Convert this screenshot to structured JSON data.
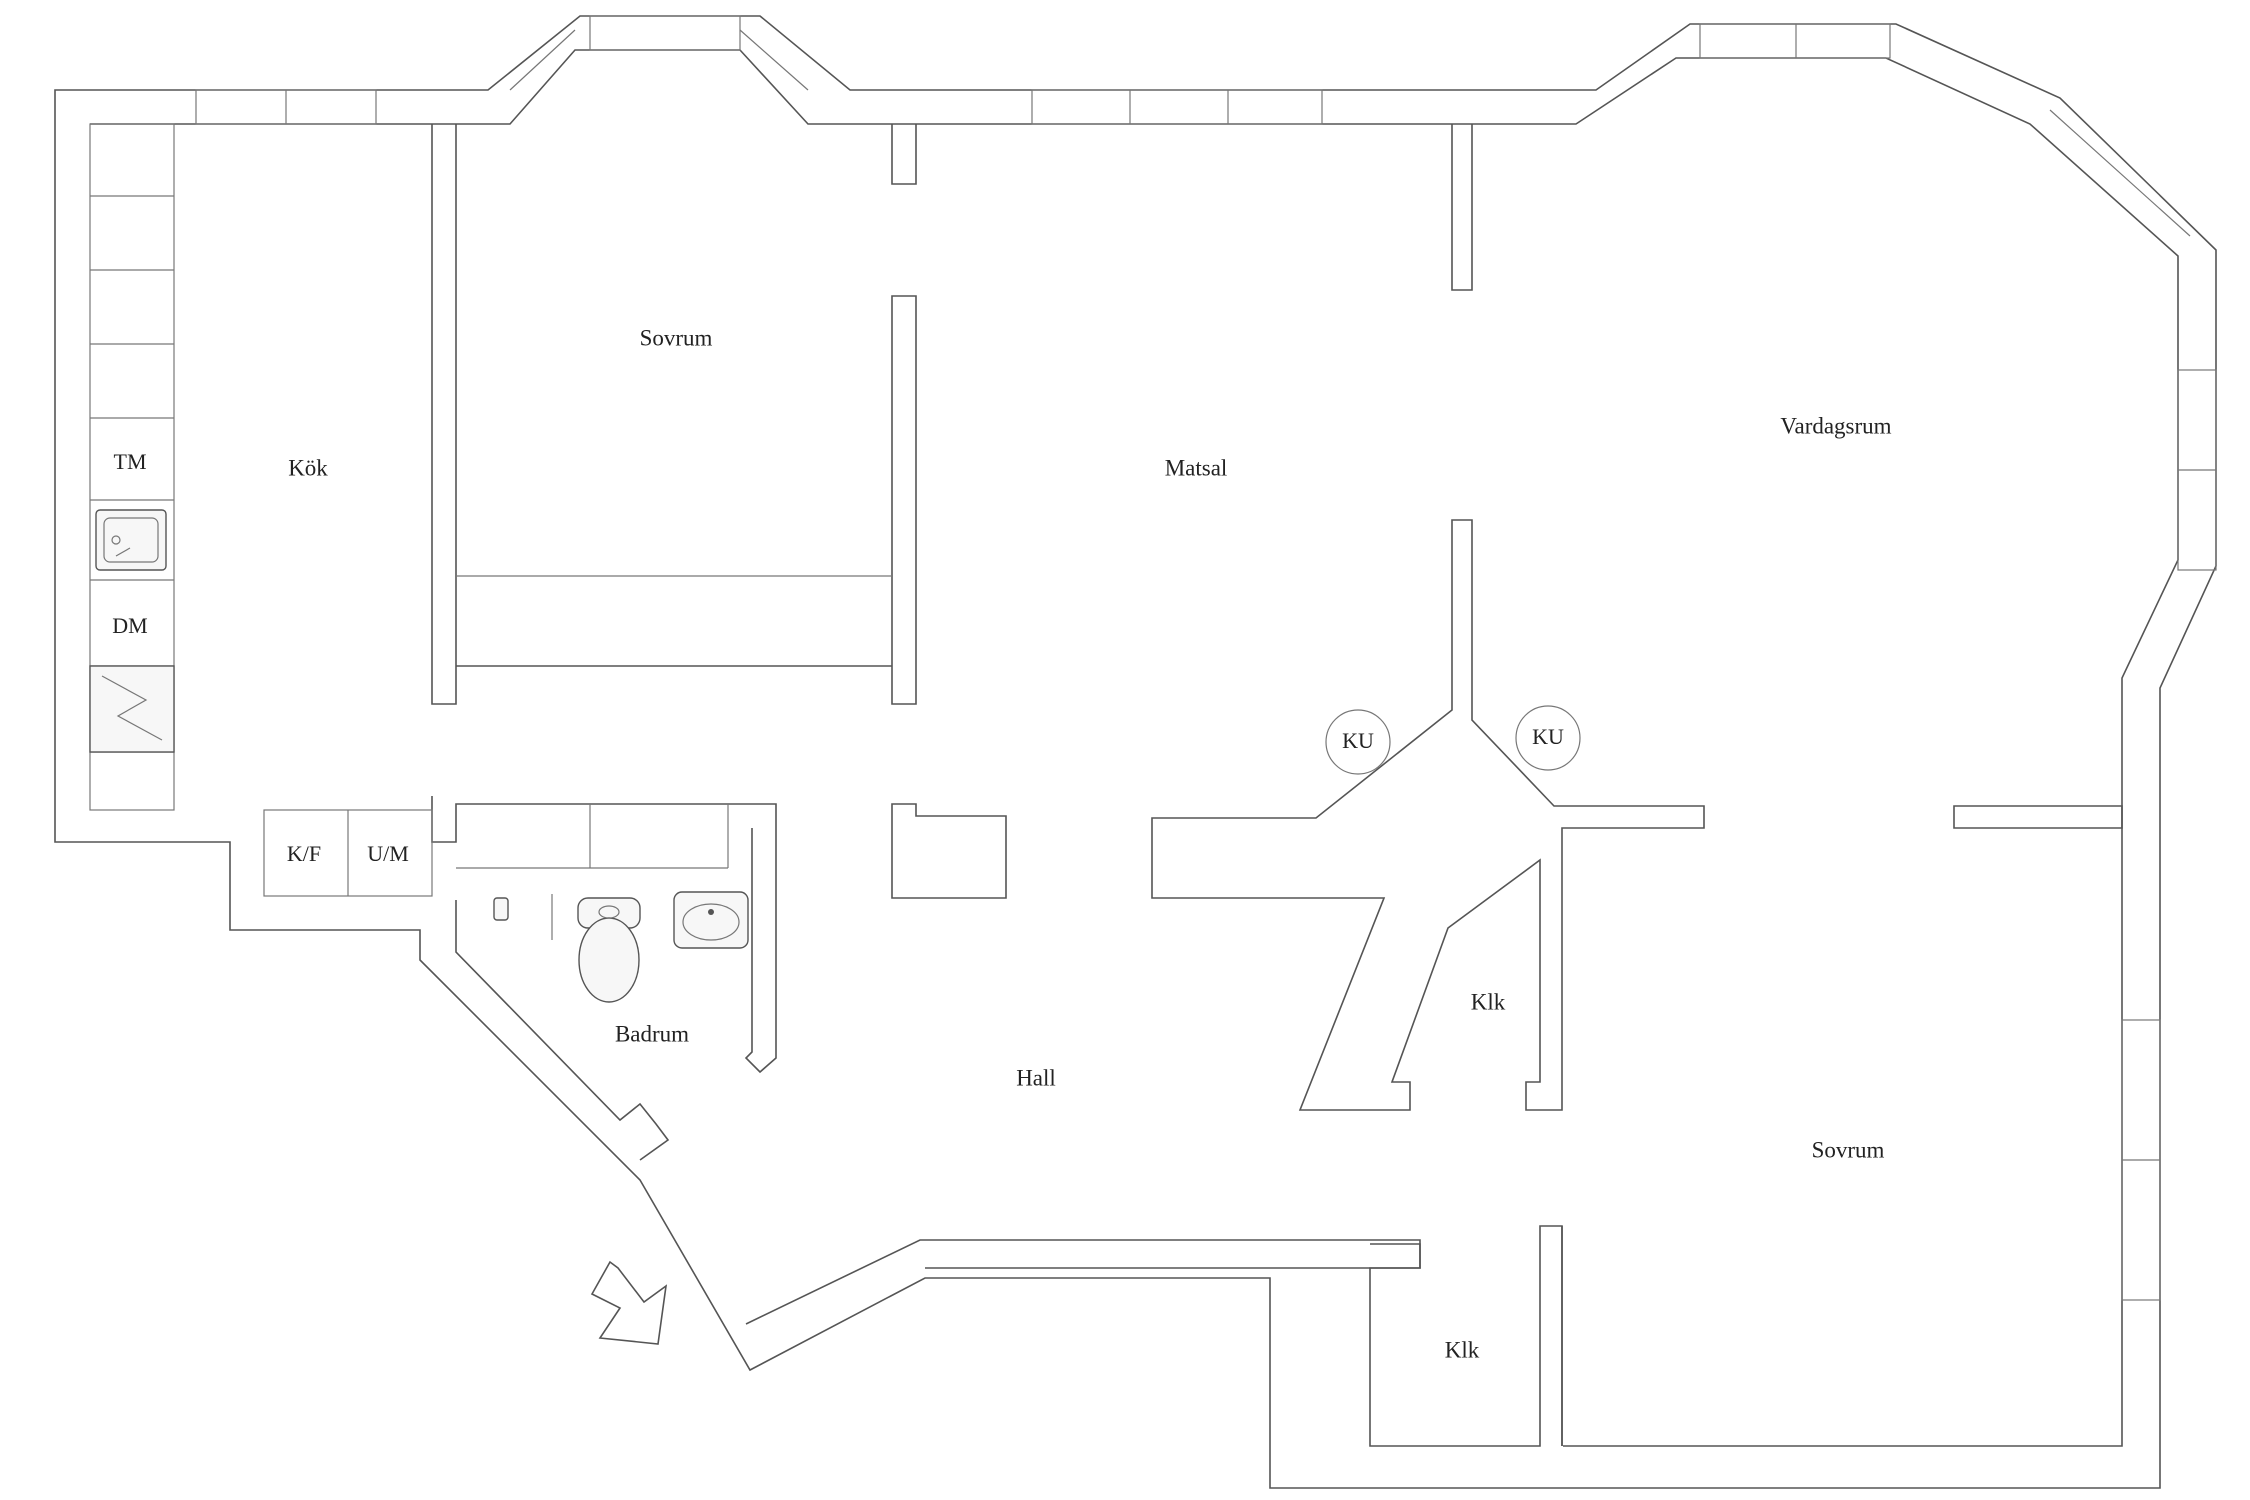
{
  "floorplan": {
    "rooms": {
      "kok": "Kök",
      "sovrum_top": "Sovrum",
      "matsal": "Matsal",
      "vardagsrum": "Vardagsrum",
      "badrum": "Badrum",
      "hall": "Hall",
      "klk_center": "Klk",
      "klk_bottom": "Klk",
      "sovrum_bottom": "Sovrum"
    },
    "fixtures": {
      "tm": "TM",
      "dm": "DM",
      "kf": "K/F",
      "um": "U/M",
      "ku_left": "KU",
      "ku_right": "KU"
    }
  }
}
